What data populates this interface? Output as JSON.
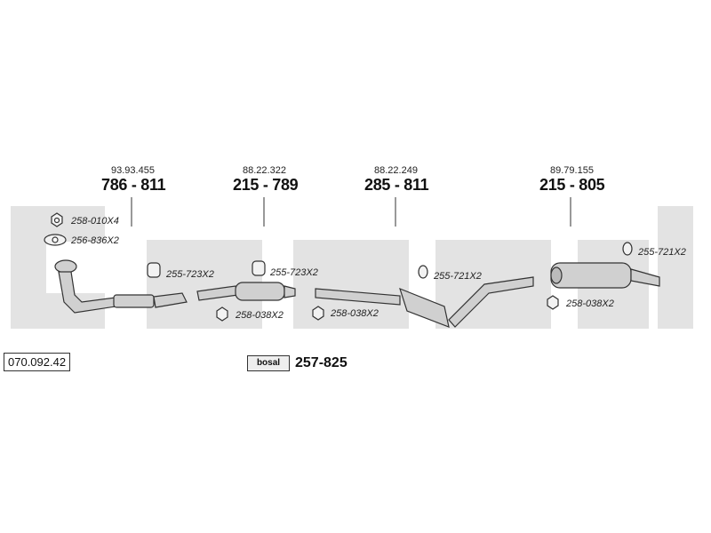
{
  "diagram_code": "070.092.42",
  "watermark": "bosal",
  "assemblies": [
    {
      "ref": "93.93.455",
      "part": "786 - 811"
    },
    {
      "ref": "88.22.322",
      "part": "215 - 789"
    },
    {
      "ref": "88.22.249",
      "part": "285 - 811"
    },
    {
      "ref": "89.79.155",
      "part": "215 - 805"
    }
  ],
  "fittings": [
    {
      "label": "258-010X4",
      "icon": "nut-icon"
    },
    {
      "label": "256-836X2",
      "icon": "gasket-icon"
    },
    {
      "label": "255-723X2",
      "icon": "clamp-icon"
    },
    {
      "label": "258-038X2",
      "icon": "nut-icon"
    },
    {
      "label": "255-723X2",
      "icon": "clamp-icon"
    },
    {
      "label": "258-038X2",
      "icon": "nut-icon"
    },
    {
      "label": "255-721X2",
      "icon": "rubber-mount-icon"
    },
    {
      "label": "255-721X2",
      "icon": "rubber-mount-icon"
    },
    {
      "label": "258-038X2",
      "icon": "nut-icon"
    }
  ],
  "kit": {
    "badge": "bosal",
    "number": "257-825"
  },
  "colors": {
    "watermark": "#e3e3e3",
    "pipe": "#d0d0d0",
    "line": "#333333"
  }
}
